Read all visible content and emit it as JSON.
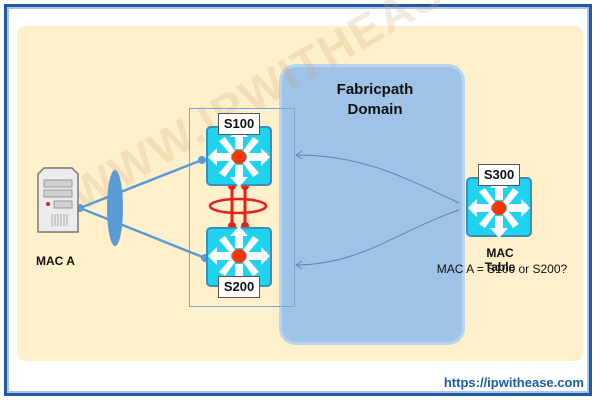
{
  "diagram": {
    "domain_title_line1": "Fabricpath",
    "domain_title_line2": "Domain",
    "host": {
      "label": "MAC A",
      "icon": "server-icon"
    },
    "switches": [
      {
        "id": "s100",
        "label": "S100",
        "icon": "switch-icon"
      },
      {
        "id": "s200",
        "label": "S200",
        "icon": "switch-icon"
      },
      {
        "id": "s300",
        "label": "S300",
        "icon": "switch-icon"
      }
    ],
    "mac_table": {
      "title": "MAC Table",
      "entry": "MAC A = S100 or S200?"
    },
    "watermark": "WWW.IPWITHEASE.COM",
    "url": "https://ipwithease.com",
    "colors": {
      "frame": "#1f5aa6",
      "panel": "#fff0cc",
      "domain": "#9fc3e6",
      "switch": "#1fd3ef",
      "link": "#5b9bd5",
      "peer_link": "#e8201a"
    }
  }
}
